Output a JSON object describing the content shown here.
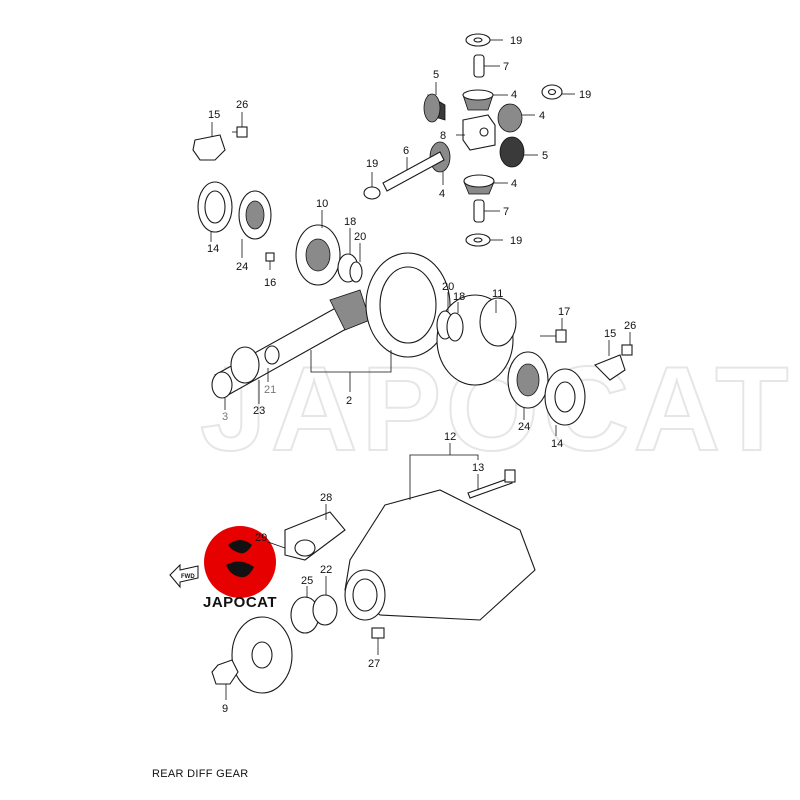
{
  "caption": "REAR DIFF GEAR",
  "logo": {
    "text": "JAPOCAT",
    "color": "#e60000"
  },
  "watermark": "JAPOCAT",
  "fwd_arrow": {
    "label": "FWD",
    "icon": "forward-arrow-icon"
  },
  "callouts": [
    "19",
    "7",
    "5",
    "4",
    "19",
    "4",
    "8",
    "4",
    "5",
    "6",
    "19",
    "4",
    "7",
    "19",
    "15",
    "26",
    "14",
    "24",
    "10",
    "18",
    "20",
    "16",
    "21",
    "23",
    "3",
    "2",
    "20",
    "18",
    "11",
    "17",
    "15",
    "26",
    "24",
    "14",
    "12",
    "13",
    "28",
    "29",
    "25",
    "22",
    "27",
    "9"
  ]
}
